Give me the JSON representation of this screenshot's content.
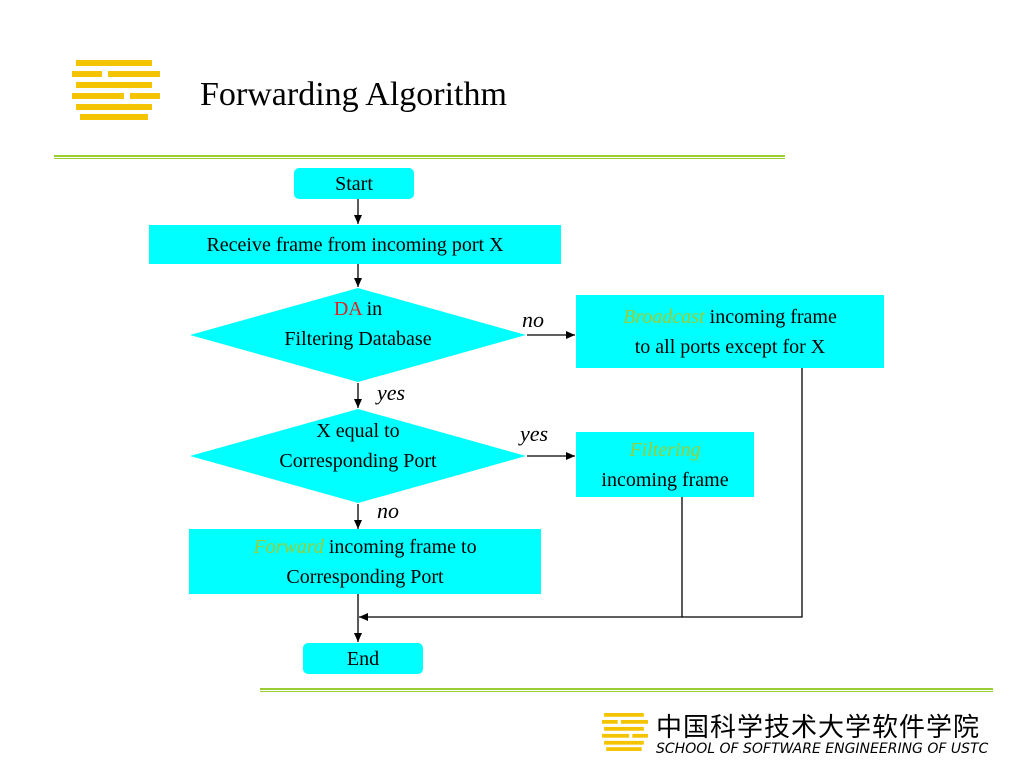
{
  "slide": {
    "title": "Forwarding Algorithm"
  },
  "flow": {
    "start": "Start",
    "receive": "Receive frame from incoming port X",
    "decision1": {
      "highlight": "DA",
      "rest_line1": " in",
      "line2": "Filtering Database"
    },
    "broadcast": {
      "highlight": "Broadcast",
      "rest_line1": " incoming frame",
      "line2": "to all ports except for X"
    },
    "decision2": {
      "line1": "X equal to",
      "line2": "Corresponding Port"
    },
    "filtering": {
      "highlight": "Filtering",
      "line2": "incoming frame"
    },
    "forward": {
      "highlight": "Forward",
      "rest_line1": " incoming frame to",
      "line2": "Corresponding Port"
    },
    "end": "End",
    "labels": {
      "d1_no": "no",
      "d1_yes": "yes",
      "d2_yes": "yes",
      "d2_no": "no"
    }
  },
  "colors": {
    "box_fill": "#00ffff",
    "logo_yellow": "#f5c400",
    "rule_green": "#9acd32",
    "highlight_red": "#e02020",
    "highlight_green": "#9acd32"
  },
  "footer": {
    "chinese_name": "中国科学技术大学软件学院",
    "english_name": "SCHOOL OF SOFTWARE ENGINEERING OF USTC"
  }
}
